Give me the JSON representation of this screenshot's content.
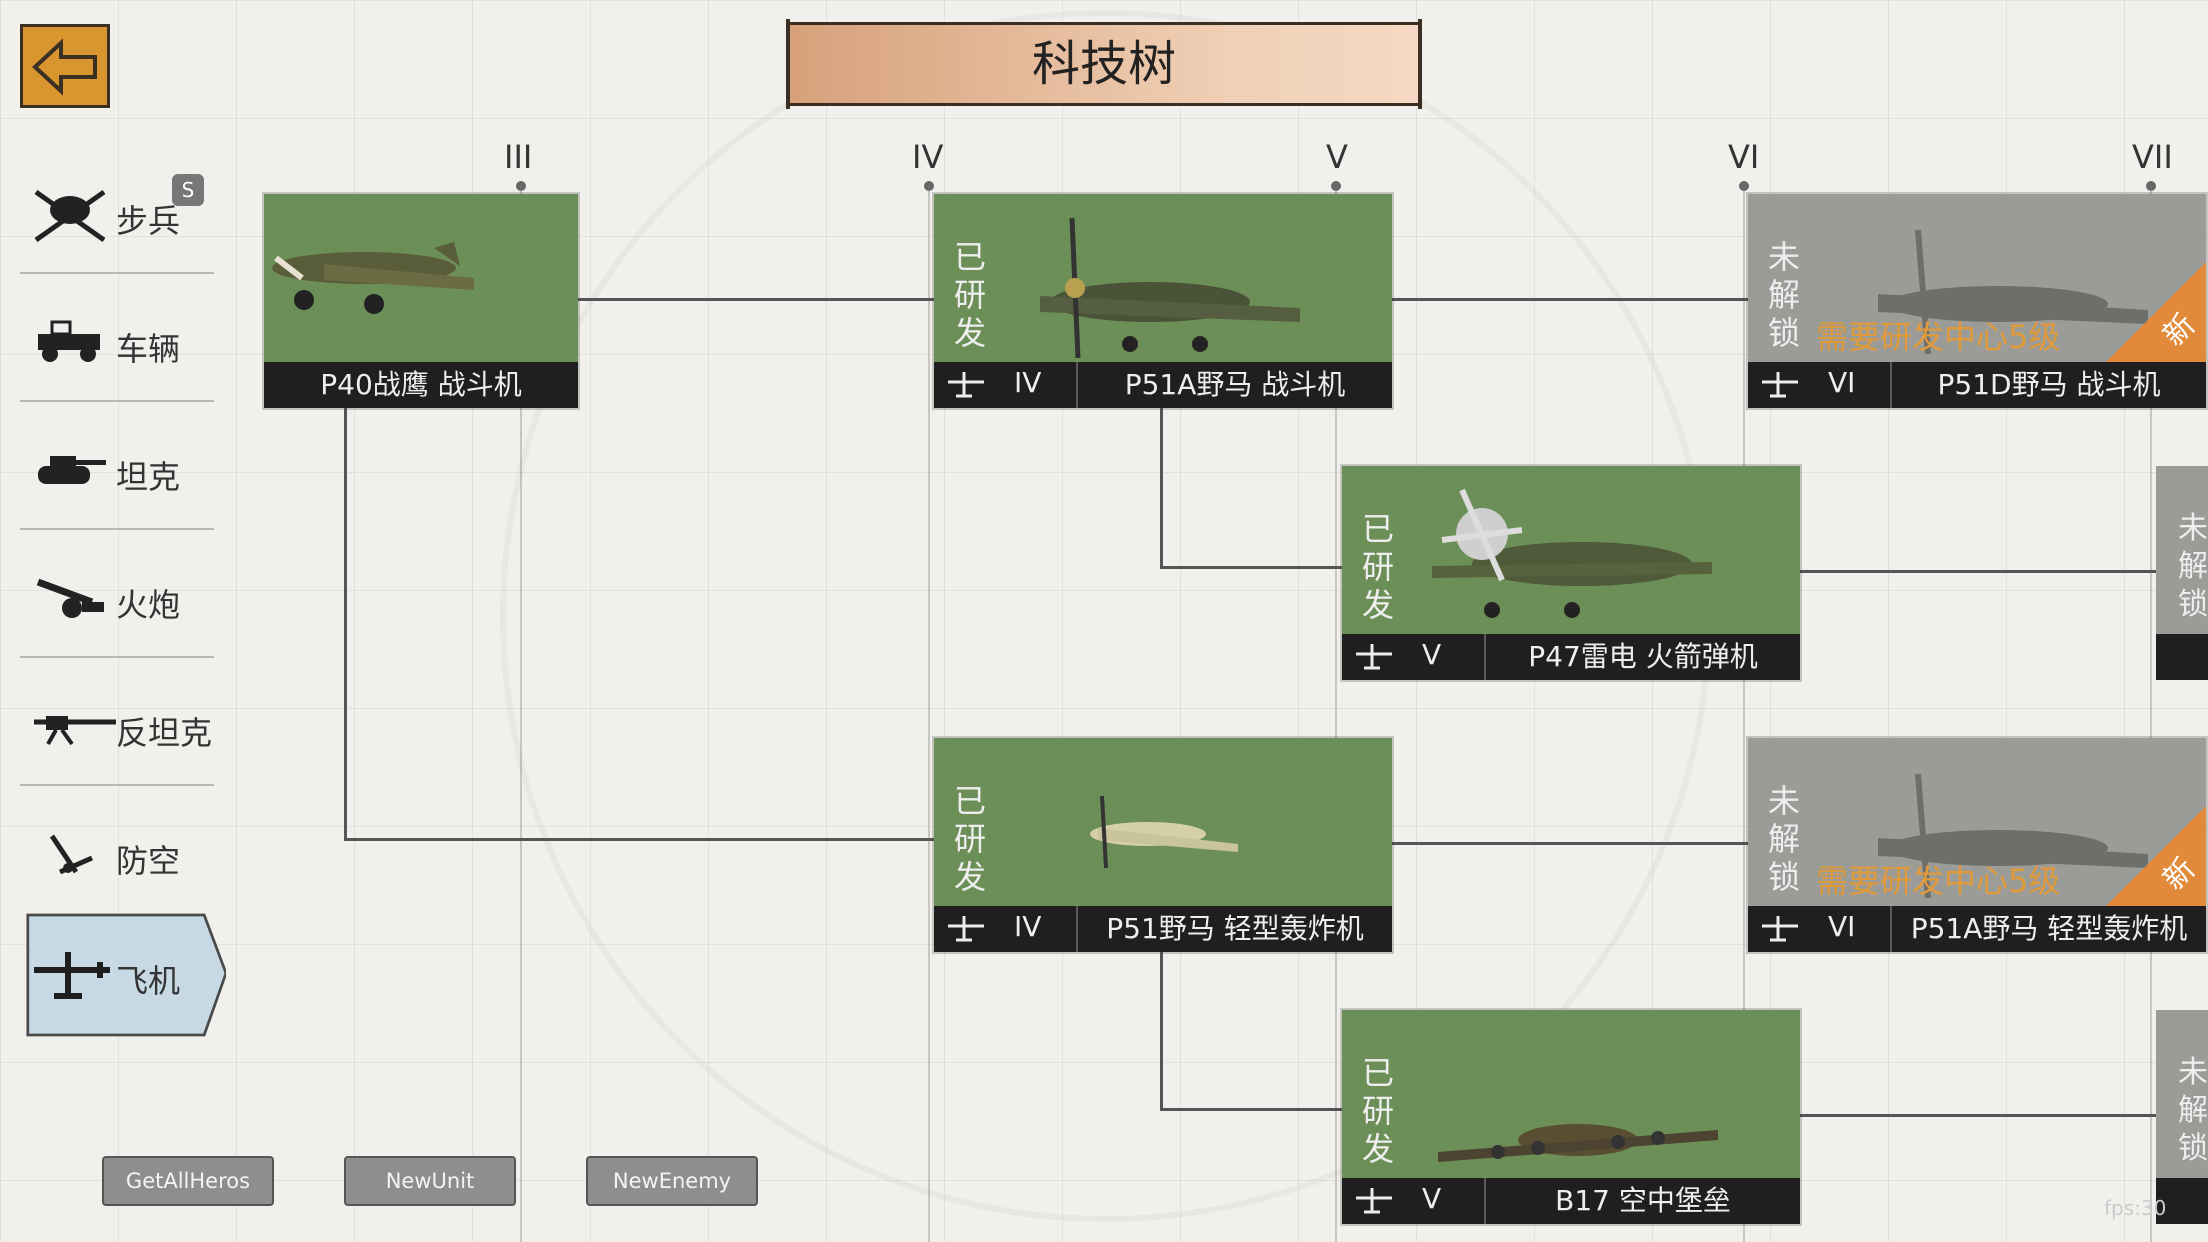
{
  "header": {
    "title": "科技树"
  },
  "categories": [
    {
      "label": "步兵",
      "badge": "S",
      "icon": "infantry-icon"
    },
    {
      "label": "车辆",
      "icon": "vehicle-icon"
    },
    {
      "label": "坦克",
      "icon": "tank-icon"
    },
    {
      "label": "火炮",
      "icon": "artillery-icon"
    },
    {
      "label": "反坦克",
      "icon": "antitank-icon"
    },
    {
      "label": "防空",
      "icon": "antiair-icon"
    },
    {
      "label": "飞机",
      "icon": "airplane-icon",
      "active": true
    }
  ],
  "tiers": [
    "III",
    "IV",
    "V",
    "VI",
    "VII"
  ],
  "units": [
    {
      "name": "P40战鹰 战斗机",
      "tier": "",
      "status": "",
      "color": "#6c8f58"
    },
    {
      "name": "P51A野马 战斗机",
      "tier": "IV",
      "status": "已研发"
    },
    {
      "name": "P51D野马 战斗机",
      "tier": "VI",
      "status": "未解锁",
      "requirement": "需要研发中心5级",
      "new": "新"
    },
    {
      "name": "P47雷电 火箭弹机",
      "tier": "V",
      "status": "已研发"
    },
    {
      "name": "P51野马 轻型轰炸机",
      "tier": "IV",
      "status": "已研发"
    },
    {
      "name": "P51A野马 轻型轰炸机",
      "tier": "VI",
      "status": "未解锁",
      "requirement": "需要研发中心5级",
      "new": "新"
    },
    {
      "name": "B17 空中堡垒",
      "tier": "V",
      "status": "已研发"
    }
  ],
  "edge_units": [
    {
      "status": "未解锁"
    },
    {
      "status": "未解锁"
    }
  ],
  "debug_buttons": [
    "GetAllHeros",
    "NewUnit",
    "NewEnemy"
  ],
  "fps_text": "fps:30",
  "colors": {
    "researched": "#6c8f58",
    "locked": "#9b9b98",
    "accent": "#d9952e",
    "requirement": "#e09a3a"
  }
}
